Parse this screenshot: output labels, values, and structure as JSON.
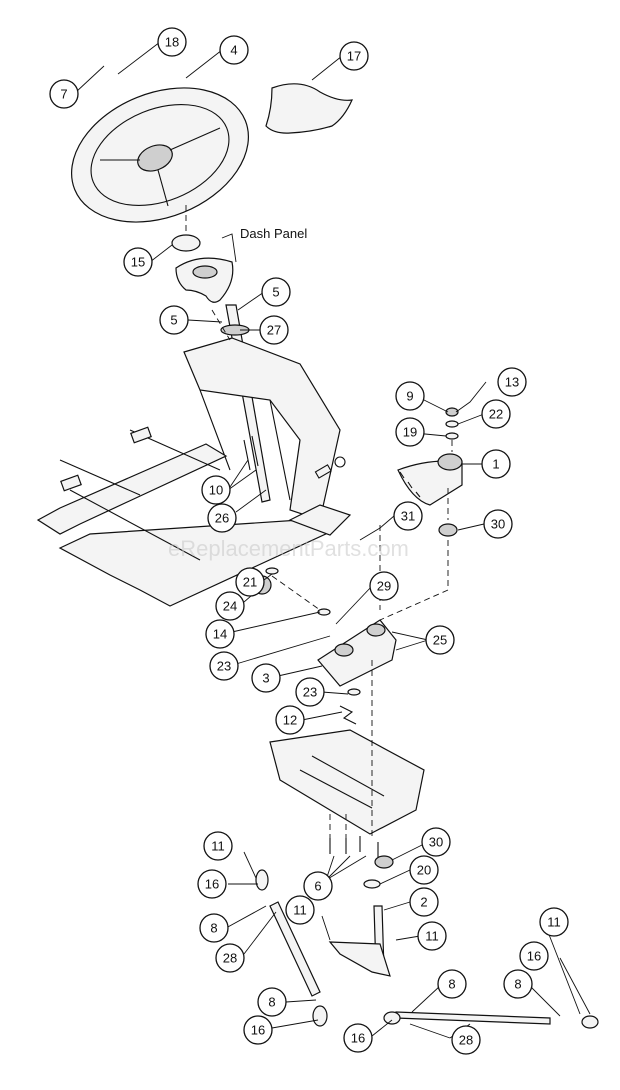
{
  "labels": {
    "dash_panel": "Dash Panel",
    "watermark": "eReplacementParts.com"
  },
  "callouts": [
    "1",
    "2",
    "3",
    "4",
    "5",
    "5",
    "6",
    "7",
    "8",
    "8",
    "8",
    "8",
    "9",
    "10",
    "11",
    "11",
    "11",
    "11",
    "12",
    "13",
    "14",
    "15",
    "16",
    "16",
    "16",
    "16",
    "17",
    "18",
    "19",
    "20",
    "21",
    "22",
    "23",
    "23",
    "24",
    "25",
    "26",
    "27",
    "28",
    "28",
    "29",
    "30",
    "30",
    "31"
  ]
}
